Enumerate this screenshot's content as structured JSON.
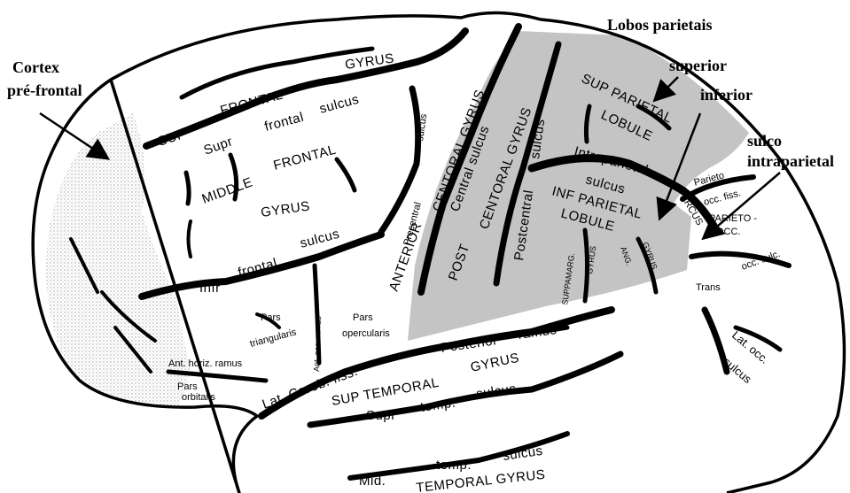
{
  "diagram": {
    "annotations": {
      "lobos_parietais": "Lobos parietais",
      "superior": "superior",
      "inferior": "inferior",
      "sulco_line1": "sulco",
      "sulco_line2": "intraparietal",
      "cortex_line1": "Cortex",
      "cortex_line2": "pré-frontal"
    },
    "labels": {
      "sup": "SUP",
      "frontal_upper": "FRONTAL",
      "gyrus_top": "GYRUS",
      "sulcus_top": "sulcus",
      "supr": "Supr",
      "frontal_lower": "frontal",
      "middle": "MIDDLE",
      "frontal_mid": "FRONTAL",
      "gyrus_mid": "GYRUS",
      "infr": "Infr",
      "frontal_infr": "frontal",
      "sulcus_infr": "sulcus",
      "sulcus_vert": "sulcus",
      "precentral": "Precentral",
      "anterior": "ANTERIOR",
      "centoral_gyrus_1": "CENTORAL GYRUS",
      "central_sulcus": "Central sulcus",
      "centoral_gyrus_2": "CENTORAL GYRUS",
      "post": "POST",
      "postcentral": "Postcentral",
      "sulcus_post": "sulcus",
      "sup_parietal": "SUP PARIETAL",
      "lobule_sup": "LOBULE",
      "intraparietal": "Intraparietal",
      "sulcus_ip": "sulcus",
      "inf_parietal": "INF PARIETAL",
      "lobule_inf": "LOBULE",
      "arcus": "ARCUS",
      "parieto": "Parieto",
      "occ_fiss": "occ. fiss.",
      "parieto_occ_1": "PARIETO -",
      "parieto_occ_2": "OCC.",
      "occ_sulc": "occ. sulc.",
      "trans": "Trans",
      "lat_occ": "Lat. occ.",
      "sulcus_occ": "sulcus",
      "suppamarg": "SUPPAMARG.",
      "gyrus_sm": "GYRUS",
      "ang": "ANG.",
      "gyrus_ang": "GYRUS",
      "pars_tri_1": "Pars",
      "pars_tri_2": "triangularis",
      "ant_asc_ramus": "Ant. asc. ramus",
      "pars_op_1": "Pars",
      "pars_op_2": "opercularis",
      "ant_horiz": "Ant. horiz. ramus",
      "pars_orb_1": "Pars",
      "pars_orb_2": "orbitalis",
      "lat_cereb": "Lat. Cereb. fiss.",
      "posterior": "Posterior",
      "ramus": "ramus",
      "sup_temporal": "SUP TEMPORAL",
      "gyrus_temp": "GYRUS",
      "supr_temp": "Supr",
      "temp_1": "temp.",
      "sulcus_temp": "sulcus",
      "mid": "Mid.",
      "temp_2": "temp.",
      "sulcus_mid": "sulcus",
      "temporal_gyrus": "TEMPORAL GYRUS"
    }
  },
  "colors": {
    "parietal_fill": "#c4c4c4",
    "prefrontal_stipple": "#9a9a9a",
    "outline": "#000000",
    "background": "#ffffff"
  }
}
